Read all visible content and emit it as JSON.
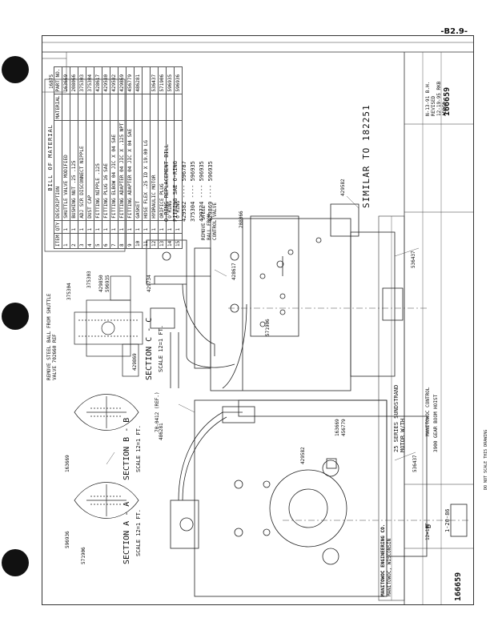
{
  "page": {
    "id": "-B2.9-"
  },
  "scale_note": "DO NOT SCALE THIS DRAWING",
  "bom": {
    "title": "BILL OF MATERIAL",
    "header": [
      "ITEM",
      "QTY",
      "DESCRIPTION",
      "MATERIAL",
      "PART NO."
    ],
    "rows": [
      [
        "1",
        "1",
        "SHUTTLE VALVE MODIFIED",
        "",
        "163669"
      ],
      [
        "2",
        "1",
        "BUSHING NUT .25 .125",
        "",
        "208066"
      ],
      [
        "3",
        "1",
        "ADJ SCR DISCONNECT NIPPLE",
        "",
        "375303"
      ],
      [
        "4",
        "1",
        "DUST CAP",
        "",
        "375304"
      ],
      [
        "5",
        "1",
        "FITTING NIPPLE .125",
        "",
        "428617"
      ],
      [
        "6",
        "1",
        "FITTING PLUG 16 SAE",
        "",
        "429580"
      ],
      [
        "7",
        "1",
        "FITTING ELBOW 04 JIC X 04 SAE",
        "",
        "429582"
      ],
      [
        "8",
        "1",
        "FITTING ADAPTER 04 JIC X .125 NPT",
        "",
        "429869"
      ],
      [
        "9",
        "1",
        "FITTING ADAPTER 04 JIC X 04 SAE",
        "",
        "456779"
      ],
      [
        "10",
        "1",
        "GASKET",
        "",
        "486281"
      ],
      [
        "11",
        "1",
        "HOSE FLEX .25 ID X 19.00 LG",
        "",
        ""
      ],
      [
        "12",
        "1",
        "HYDRAULIC MOTOR",
        "",
        "536437"
      ],
      [
        "13",
        "1",
        "ORIFICE PLUG",
        "",
        "571906"
      ],
      [
        "14",
        "1",
        "O'RING",
        "",
        "596935"
      ],
      [
        "15",
        "1",
        "O'RING",
        "",
        "596936"
      ]
    ]
  },
  "oring_note": {
    "l1": "O-RING REPLACEMENT BILL",
    "l2": "FITTING      SAE O-RING",
    "rows": [
      "429582 ---- 596787",
      "375304 ---- 596935",
      "429734 ---- 596935",
      "429869 ---- 596935"
    ]
  },
  "similar": "SIMILAR TO 182251",
  "sections": {
    "aa": "SECTION A - A",
    "aa_scale": "SCALE 12=1 FT.",
    "bb": "SECTION B - B",
    "bb_scale": "SCALE 12=1 FT.",
    "cc": "SECTION C - C",
    "cc_scale": "SCALE 12=1 FT."
  },
  "callouts": {
    "remove_ball_1": "REMOVE STEEL BALL FROM SHUTTLE VALVE 702660 REF",
    "remove_ball_2": "REMOVE STEEL BALL FROM CONTROL VALVE",
    "ref_70": "70-0412 (REF.)",
    "parts": [
      "375304",
      "375303",
      "429850",
      "596935",
      "429869",
      "429734",
      "486281",
      "571906",
      "163669",
      "456779",
      "536437",
      "429582",
      "208066",
      "596936",
      "428617"
    ]
  },
  "title_block": {
    "company": "MANITOWOC ENGINEERING CO.",
    "sub": "MANITOWOC, WISCONSIN",
    "title1": "25 SERIES SUNDSTRAND",
    "title2": "MOTOR W/TH",
    "title3": "MANITOWOC CONTROL",
    "scale": "12=1FT",
    "sheet_size": "B",
    "date": "1-20-86",
    "drawing_no": "166659",
    "line_desc": "3900 GEAR BOOM HOIST"
  },
  "top_block": {
    "dwg_no": "166659",
    "changes": [
      "N-13-91 B.H.",
      "REVISED",
      "12-19-95 RKB",
      "ADDED"
    ],
    "ref": "16875"
  }
}
